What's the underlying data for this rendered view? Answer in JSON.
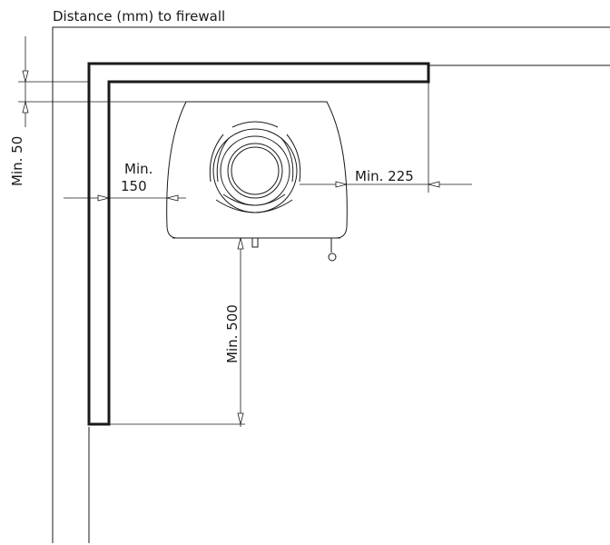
{
  "diagram": {
    "title": "Distance (mm) to firewall",
    "dimensions": {
      "back": "Min. 50",
      "side_line1": "Min.",
      "side_line2": "150",
      "right": "Min. 225",
      "front": "Min. 500"
    }
  }
}
